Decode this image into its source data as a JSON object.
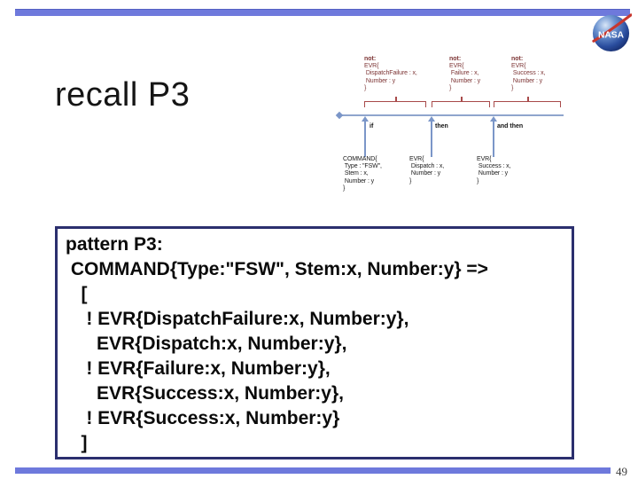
{
  "slide": {
    "title": "recall P3",
    "page_number": "49"
  },
  "logo": {
    "text": "NASA"
  },
  "diagram": {
    "not_blocks": [
      {
        "title": "not:",
        "text": "EVR{\n DispatchFailure : x,\n Number : y\n}"
      },
      {
        "title": "not:",
        "text": "EVR{\n Failure : x,\n Number : y\n}"
      },
      {
        "title": "not:",
        "text": "EVR{\n Success : x,\n Number : y\n}"
      }
    ],
    "timeline_labels": [
      {
        "label": "if"
      },
      {
        "label": "then"
      },
      {
        "label": "and then"
      }
    ],
    "event_blocks": [
      {
        "text": "COMMAND{\n Type : \"FSW\",\n Stem : x,\n Number : y\n}"
      },
      {
        "text": "EVR{\n Dispatch : x,\n Number : y\n}"
      },
      {
        "text": "EVR{\n Success : x,\n Number : y\n}"
      }
    ]
  },
  "code_box": {
    "lines": [
      "pattern P3:",
      " COMMAND{Type:\"FSW\", Stem:x, Number:y} =>",
      "   [",
      "    ! EVR{DispatchFailure:x, Number:y},",
      "      EVR{Dispatch:x, Number:y},",
      "    ! EVR{Failure:x, Number:y},",
      "      EVR{Success:x, Number:y},",
      "    ! EVR{Success:x, Number:y}",
      "   ]"
    ]
  },
  "colors": {
    "accent_bar": "#6e79dc",
    "code_box_border": "#2b2f6e",
    "bracket_red": "#a84a4a",
    "not_text_red": "#7d3535",
    "timeline_blue": "#8fa5cd",
    "connector_blue": "#7b96c8",
    "title_text": "#151515",
    "nasa_sphere_blue": "#2a4d9e",
    "nasa_swoosh_red": "#c8372e"
  }
}
